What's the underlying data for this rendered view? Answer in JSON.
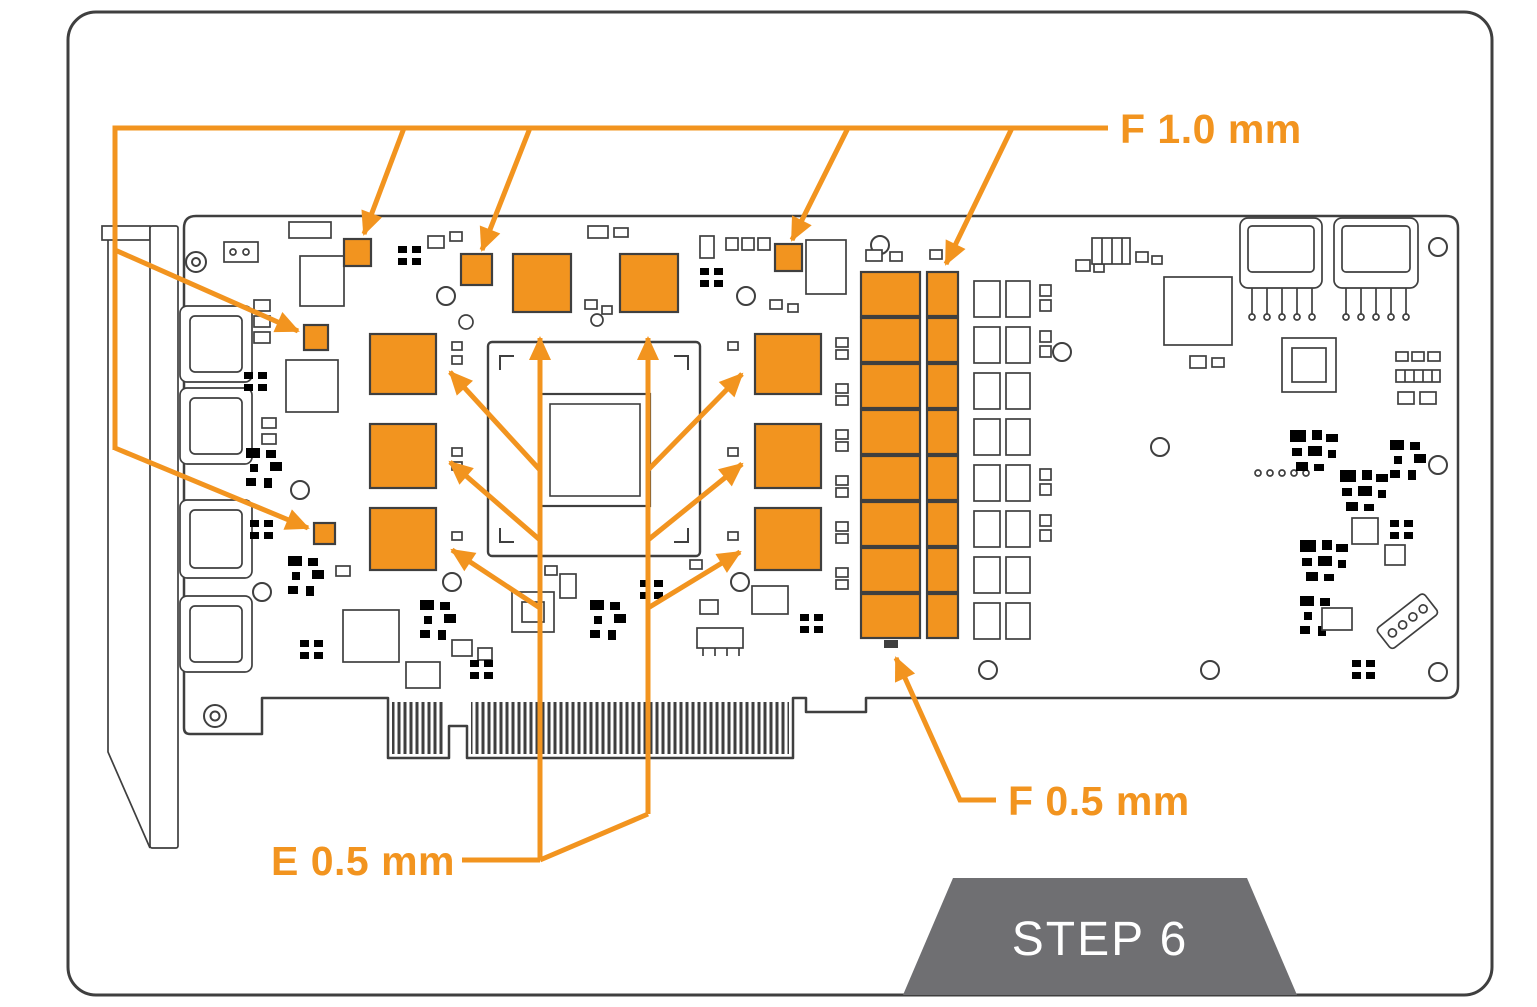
{
  "diagram": {
    "step_banner": {
      "text": "STEP 6"
    },
    "callouts": {
      "f_1_0": "F 1.0 mm",
      "e_0_5": "E 0.5 mm",
      "f_0_5": "F 0.5 mm"
    },
    "colors": {
      "highlight_orange": "#F2941F",
      "line_gray": "#3F3F3F",
      "banner_gray": "#6F6F72"
    },
    "pad_groups": [
      {
        "label": "F 1.0 mm",
        "pad_count": 5
      },
      {
        "label": "E 0.5 mm",
        "pad_count": 8
      },
      {
        "label": "F 0.5 mm",
        "pad_count": 16
      }
    ]
  }
}
